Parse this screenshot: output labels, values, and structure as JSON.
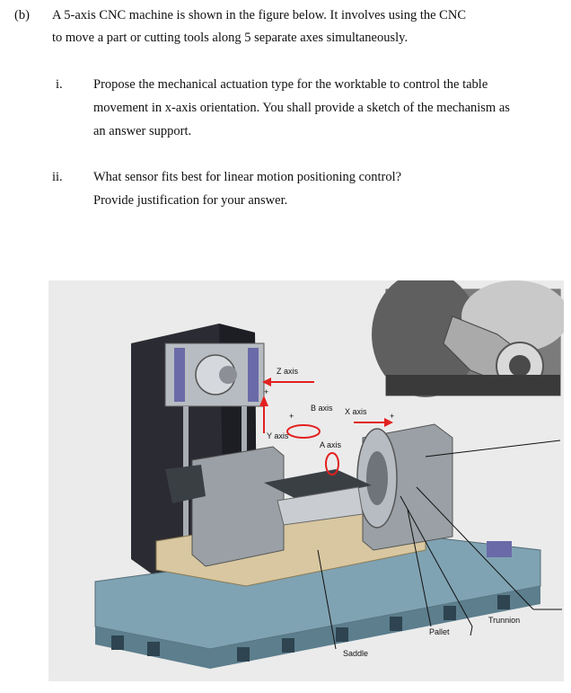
{
  "question": {
    "marker": "(b)",
    "intro_line1": "A 5-axis CNC machine is shown in the figure below. It involves using the CNC",
    "intro_line2": "to move a part or cutting tools along 5 separate axes simultaneously."
  },
  "subquestions": [
    {
      "marker": "i.",
      "lines": [
        "Propose the mechanical actuation type for the worktable to control the table",
        "movement in x-axis orientation. You shall provide a sketch of the mechanism as",
        "an answer support."
      ]
    },
    {
      "marker": "ii.",
      "lines": [
        "What sensor fits best for linear motion positioning control?",
        "Provide justification for your answer."
      ]
    }
  ],
  "figure": {
    "labels": {
      "z_axis": "Z axis",
      "y_axis": "Y axis",
      "b_axis": "B axis",
      "x_axis": "X axis",
      "a_axis": "A axis",
      "saddle": "Saddle",
      "pallet": "Pallet",
      "trunnion": "Trunnion"
    },
    "colors": {
      "column": "#2b2b33",
      "base": "#7fa3b3",
      "beige": "#d8c7a0",
      "gray": "#9aa0a5",
      "arrow": "#e32020"
    }
  }
}
